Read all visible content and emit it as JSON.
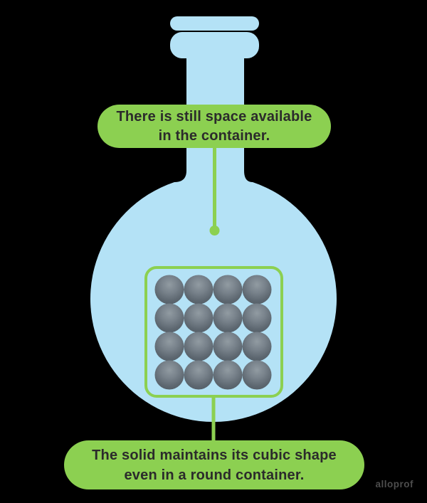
{
  "canvas": {
    "background": "#000000"
  },
  "colors": {
    "flask_blue": "#b4e2f6",
    "accent_green": "#8cd051",
    "text_dark": "#2b2b2b",
    "watermark_gray": "#4d4d4d",
    "sphere_highlight": "#919ba2",
    "sphere_mid": "#77818a",
    "sphere_shade": "#5d6770",
    "sphere_edge": "#525c64"
  },
  "callouts": {
    "top": {
      "line1": "There is still space available",
      "line2": "in the container."
    },
    "bottom": {
      "line1": "The solid maintains its cubic shape",
      "line2": "even in a round container."
    }
  },
  "solid": {
    "rows": 4,
    "cols": 4
  },
  "watermark": "alloprof"
}
